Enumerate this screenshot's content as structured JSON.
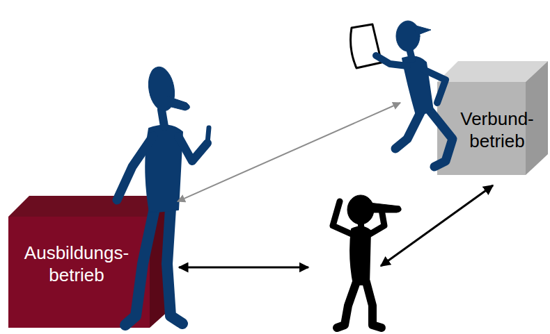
{
  "diagram": {
    "nodes": [
      {
        "text": [
          "Verbund- betrieb"
        ]
      },
      {
        "text": [
          "Ausbildungs- betrieb"
        ]
      }
    ],
    "edges": [
      {
        "from": 0,
        "to": 1,
        "arrow": "both"
      }
    ]
  }
}
